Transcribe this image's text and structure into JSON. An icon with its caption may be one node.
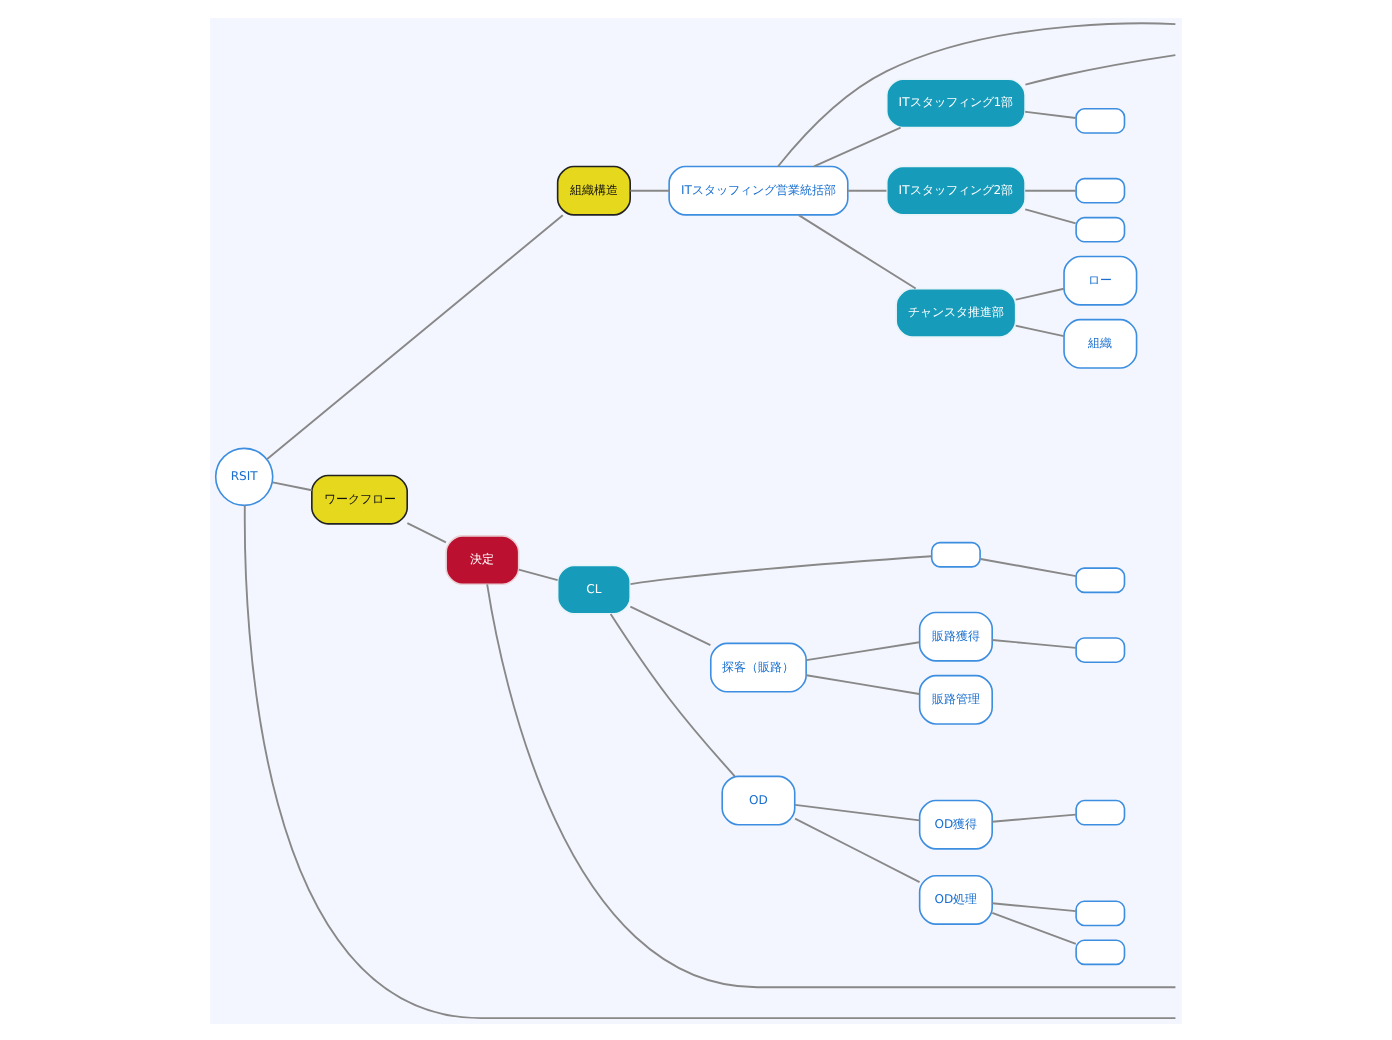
{
  "diagram": {
    "nodes": [
      {
        "text": [
          "RSIT"
        ]
      },
      {
        "text": [
          "組織構造"
        ]
      },
      {
        "text": [
          "ITスタッフィング営業統括部"
        ]
      },
      {
        "text": [
          "ITスタッフィング1部"
        ]
      },
      {
        "text": [
          "ITスタッフィング2部"
        ]
      },
      {
        "text": [
          "チャンスタ推進部"
        ]
      },
      {
        "text": [],
        "shape": "box"
      },
      {
        "text": [],
        "shape": "box"
      },
      {
        "text": [],
        "shape": "box"
      },
      {
        "text": [
          "組織"
        ]
      },
      {
        "text": [
          "ロー"
        ]
      },
      {
        "text": [
          "ワークフロー"
        ]
      },
      {
        "text": [
          "決定"
        ]
      },
      {
        "text": [
          "CL"
        ]
      },
      {
        "text": [
          "探客（販路）"
        ]
      },
      {
        "text": [
          "販路獲得"
        ]
      },
      {
        "text": [
          "販路管理"
        ]
      },
      {
        "text": [
          "OD"
        ]
      },
      {
        "text": [
          "OD獲得"
        ]
      },
      {
        "text": [
          "OD処理"
        ]
      },
      {
        "text": [],
        "shape": "box"
      },
      {
        "text": [],
        "shape": "box"
      },
      {
        "text": [],
        "shape": "box"
      },
      {
        "text": [],
        "shape": "box"
      },
      {
        "text": [],
        "shape": "box"
      },
      {
        "text": [],
        "shape": "box"
      }
    ],
    "edges": [
      {
        "from": 0,
        "to": 1,
        "arrow": "none"
      },
      {
        "from": 0,
        "to": null,
        "arrow": "none"
      },
      {
        "from": 0,
        "to": 11,
        "arrow": "none"
      },
      {
        "from": 1,
        "to": 2,
        "arrow": "none"
      },
      {
        "from": 2,
        "to": 3,
        "arrow": "none"
      },
      {
        "from": 2,
        "to": 4,
        "arrow": "none"
      },
      {
        "from": 2,
        "to": 5,
        "arrow": "none"
      },
      {
        "from": 2,
        "to": null,
        "arrow": "none"
      },
      {
        "from": 3,
        "to": null,
        "arrow": "none"
      },
      {
        "from": 3,
        "to": 6,
        "arrow": "none"
      },
      {
        "from": 4,
        "to": 7,
        "arrow": "none"
      },
      {
        "from": 4,
        "to": 8,
        "arrow": "none"
      },
      {
        "from": 5,
        "to": 9,
        "arrow": "none"
      },
      {
        "from": 5,
        "to": 10,
        "arrow": "none"
      },
      {
        "from": 11,
        "to": 12,
        "arrow": "none"
      },
      {
        "from": 12,
        "to": 13,
        "arrow": "none"
      },
      {
        "from": 12,
        "to": null,
        "arrow": "none"
      },
      {
        "from": 13,
        "to": 14,
        "arrow": "none"
      },
      {
        "from": 13,
        "to": 17,
        "arrow": "none"
      },
      {
        "from": 13,
        "to": 24,
        "arrow": "none"
      },
      {
        "from": 14,
        "to": 15,
        "arrow": "none"
      },
      {
        "from": 14,
        "to": 16,
        "arrow": "none"
      },
      {
        "from": 15,
        "to": 23,
        "arrow": "none"
      },
      {
        "from": 17,
        "to": 18,
        "arrow": "none"
      },
      {
        "from": 17,
        "to": 19,
        "arrow": "none"
      },
      {
        "from": 18,
        "to": 20,
        "arrow": "none"
      },
      {
        "from": 19,
        "to": 21,
        "arrow": "none"
      },
      {
        "from": 19,
        "to": 22,
        "arrow": "none"
      },
      {
        "from": 24,
        "to": 25,
        "arrow": "none"
      }
    ]
  }
}
